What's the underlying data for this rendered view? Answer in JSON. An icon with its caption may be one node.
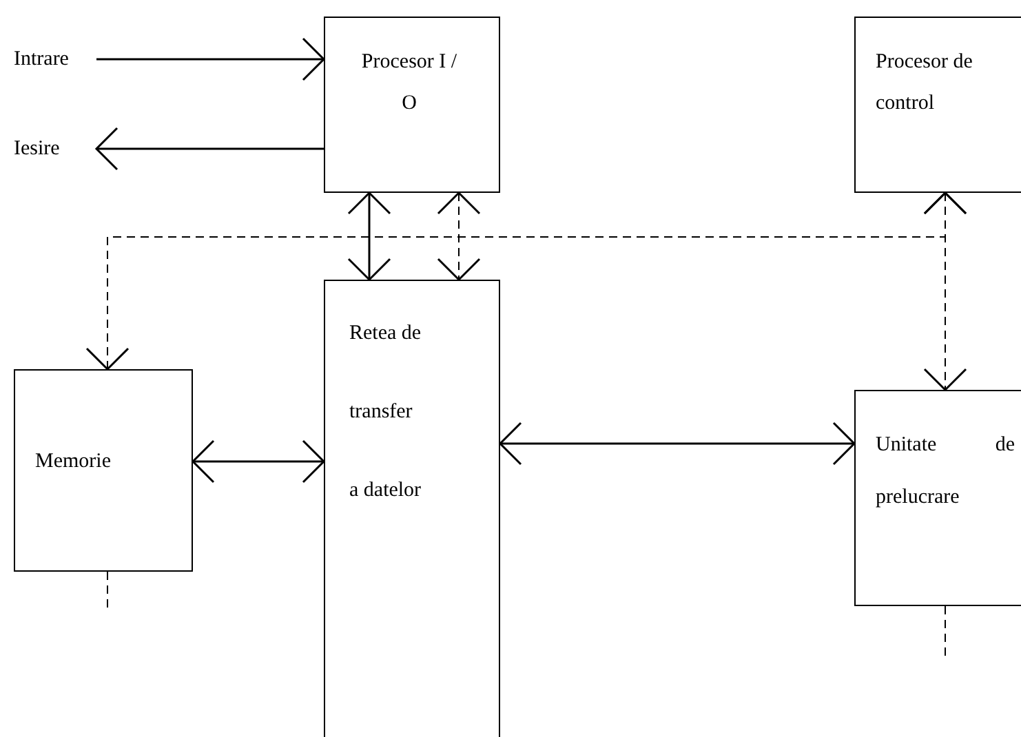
{
  "diagram": {
    "nodes": [
      {
        "text": [
          "Intrare"
        ]
      },
      {
        "text": [
          "Procesor I / O"
        ]
      },
      {
        "text": [
          "Procesor de control"
        ]
      },
      {
        "text": [
          "Iesire"
        ]
      },
      {
        "text": [
          "Memorie"
        ]
      },
      {
        "text": [
          "Retea de transfer a datelor"
        ]
      },
      {
        "text": [
          "Unitate de prelucrare"
        ]
      }
    ],
    "edges": [
      {
        "from": 0,
        "to": 1,
        "arrow": "to"
      },
      {
        "from": 1,
        "to": 3,
        "arrow": "to"
      },
      {
        "from": 1,
        "to": 5,
        "arrow": "both"
      },
      {
        "from": 1,
        "to": 5,
        "arrow": "both",
        "style": "dashed"
      },
      {
        "from": 2,
        "to": 4,
        "arrow": "both",
        "style": "dashed"
      },
      {
        "from": 2,
        "to": 6,
        "arrow": "both",
        "style": "dashed"
      },
      {
        "from": 4,
        "to": 5,
        "arrow": "both"
      },
      {
        "from": 5,
        "to": 6,
        "arrow": "both"
      },
      {
        "from": 4,
        "to": null,
        "arrow": "none",
        "style": "dashed"
      },
      {
        "from": 6,
        "to": null,
        "arrow": "none",
        "style": "dashed"
      }
    ]
  }
}
